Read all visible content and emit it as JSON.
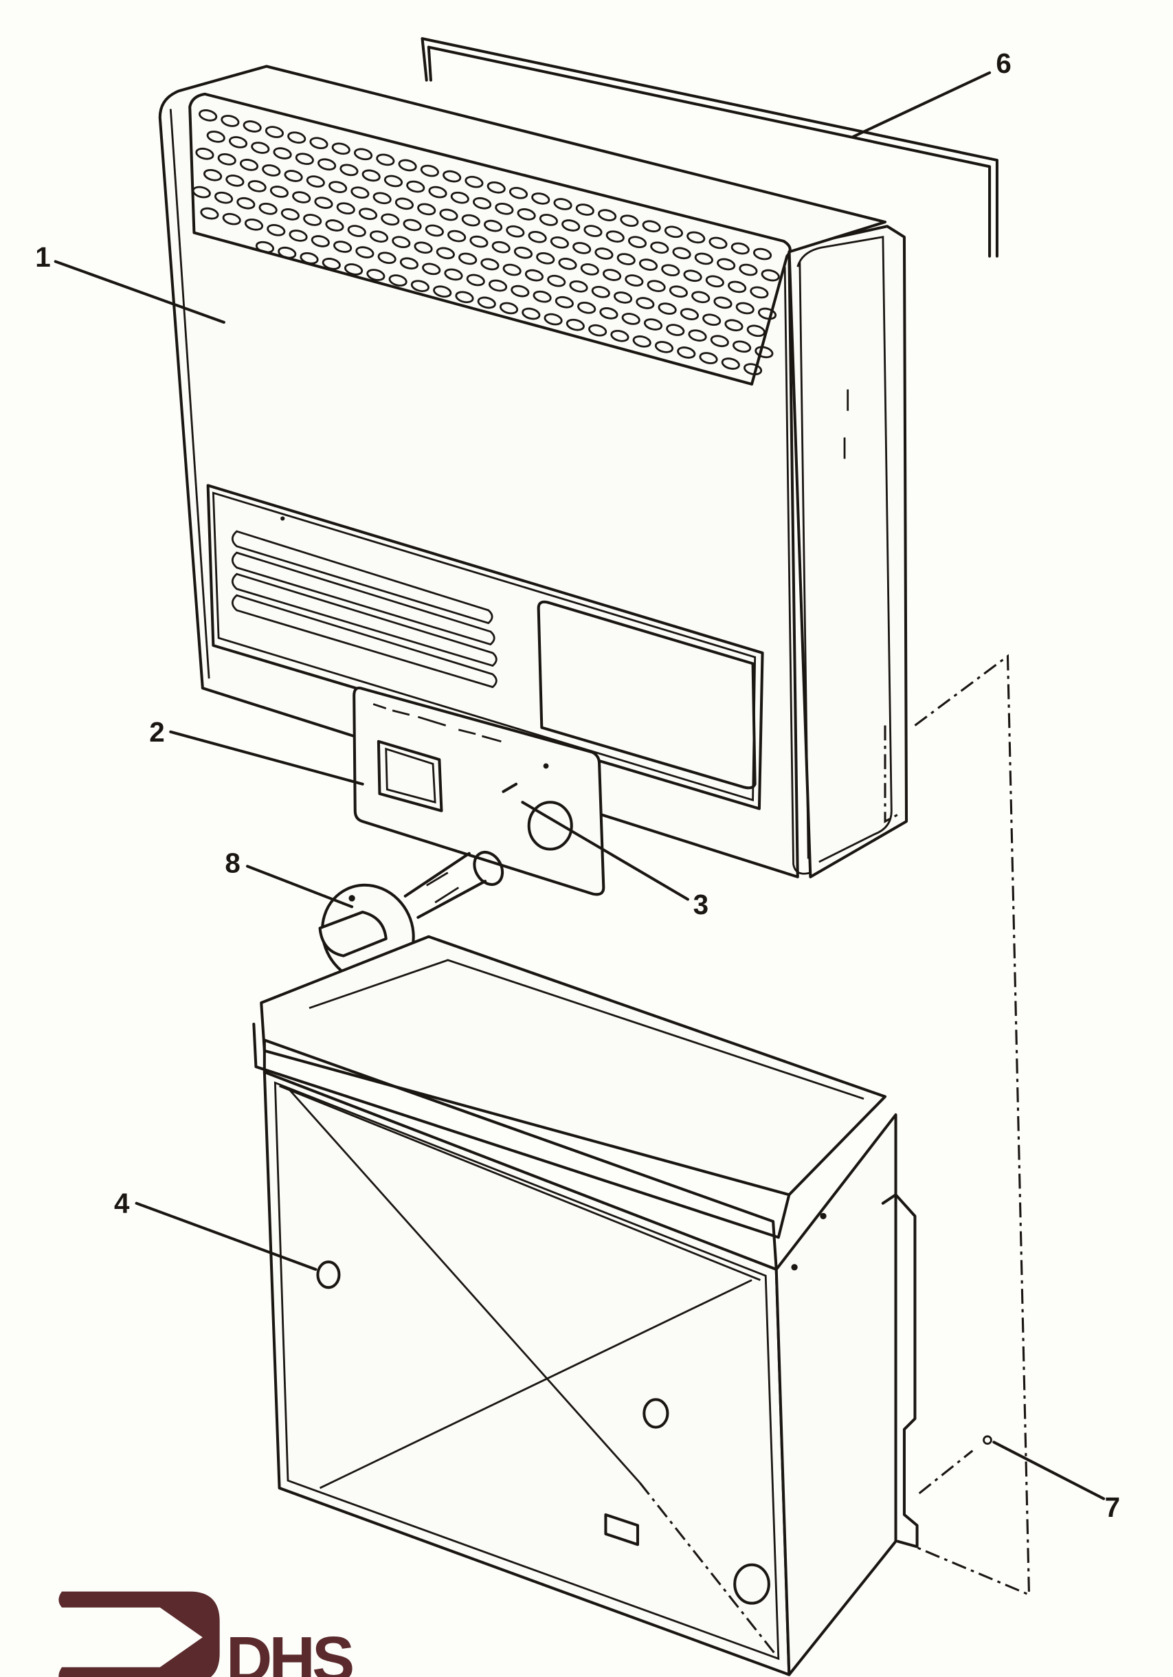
{
  "diagram": {
    "type": "exploded parts diagram",
    "callouts": [
      {
        "id": "1",
        "label": "1"
      },
      {
        "id": "2",
        "label": "2"
      },
      {
        "id": "3",
        "label": "3"
      },
      {
        "id": "4",
        "label": "4"
      },
      {
        "id": "6",
        "label": "6"
      },
      {
        "id": "7",
        "label": "7"
      },
      {
        "id": "8",
        "label": "8"
      }
    ]
  },
  "logo": {
    "text": "DHS",
    "color": "#5a2a2c"
  },
  "colors": {
    "ink": "#1a1612",
    "paper": "#fdfdfa"
  }
}
